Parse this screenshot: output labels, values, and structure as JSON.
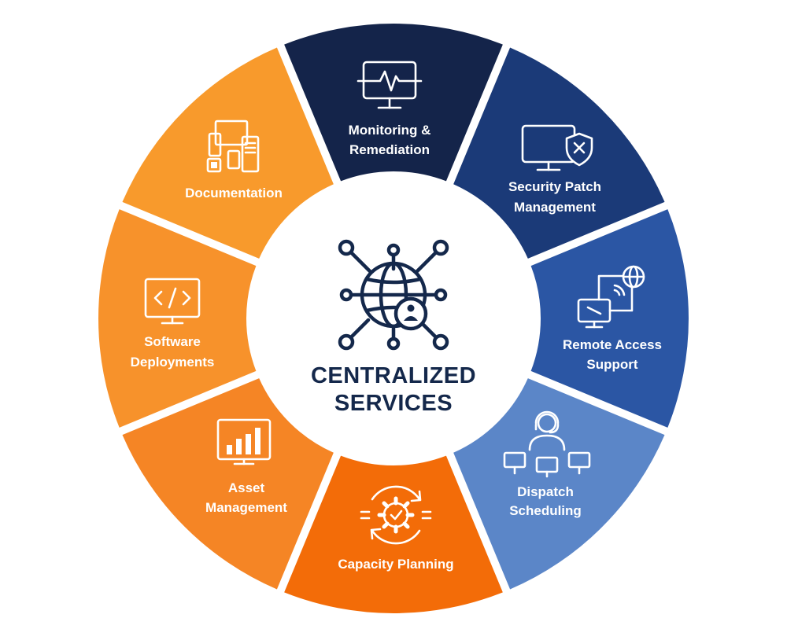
{
  "center": {
    "title_line1": "CENTRALIZED",
    "title_line2": "SERVICES",
    "icon": "globe-network-lock-icon",
    "color": "#14284b"
  },
  "segments": [
    {
      "id": "monitoring",
      "lines": [
        "Monitoring &",
        "Remediation"
      ],
      "color": "#14244a",
      "icon": "monitor-heartbeat-icon"
    },
    {
      "id": "security-patch",
      "lines": [
        "Security Patch",
        "Management"
      ],
      "color": "#1b3a78",
      "icon": "monitor-shield-icon"
    },
    {
      "id": "remote-access",
      "lines": [
        "Remote Access",
        "Support"
      ],
      "color": "#2b56a4",
      "icon": "remote-computers-globe-icon"
    },
    {
      "id": "dispatch",
      "lines": [
        "Dispatch",
        "Scheduling"
      ],
      "color": "#5b86c8",
      "icon": "headset-agent-icon"
    },
    {
      "id": "capacity",
      "lines": [
        "Capacity Planning"
      ],
      "color": "#f36c08",
      "icon": "gear-cycle-icon"
    },
    {
      "id": "asset",
      "lines": [
        "Asset",
        "Management"
      ],
      "color": "#f58525",
      "icon": "bar-chart-monitor-icon"
    },
    {
      "id": "software",
      "lines": [
        "Software",
        "Deployments"
      ],
      "color": "#f7922b",
      "icon": "code-monitor-icon"
    },
    {
      "id": "documentation",
      "lines": [
        "Documentation"
      ],
      "color": "#f89a2c",
      "icon": "devices-icon"
    }
  ]
}
